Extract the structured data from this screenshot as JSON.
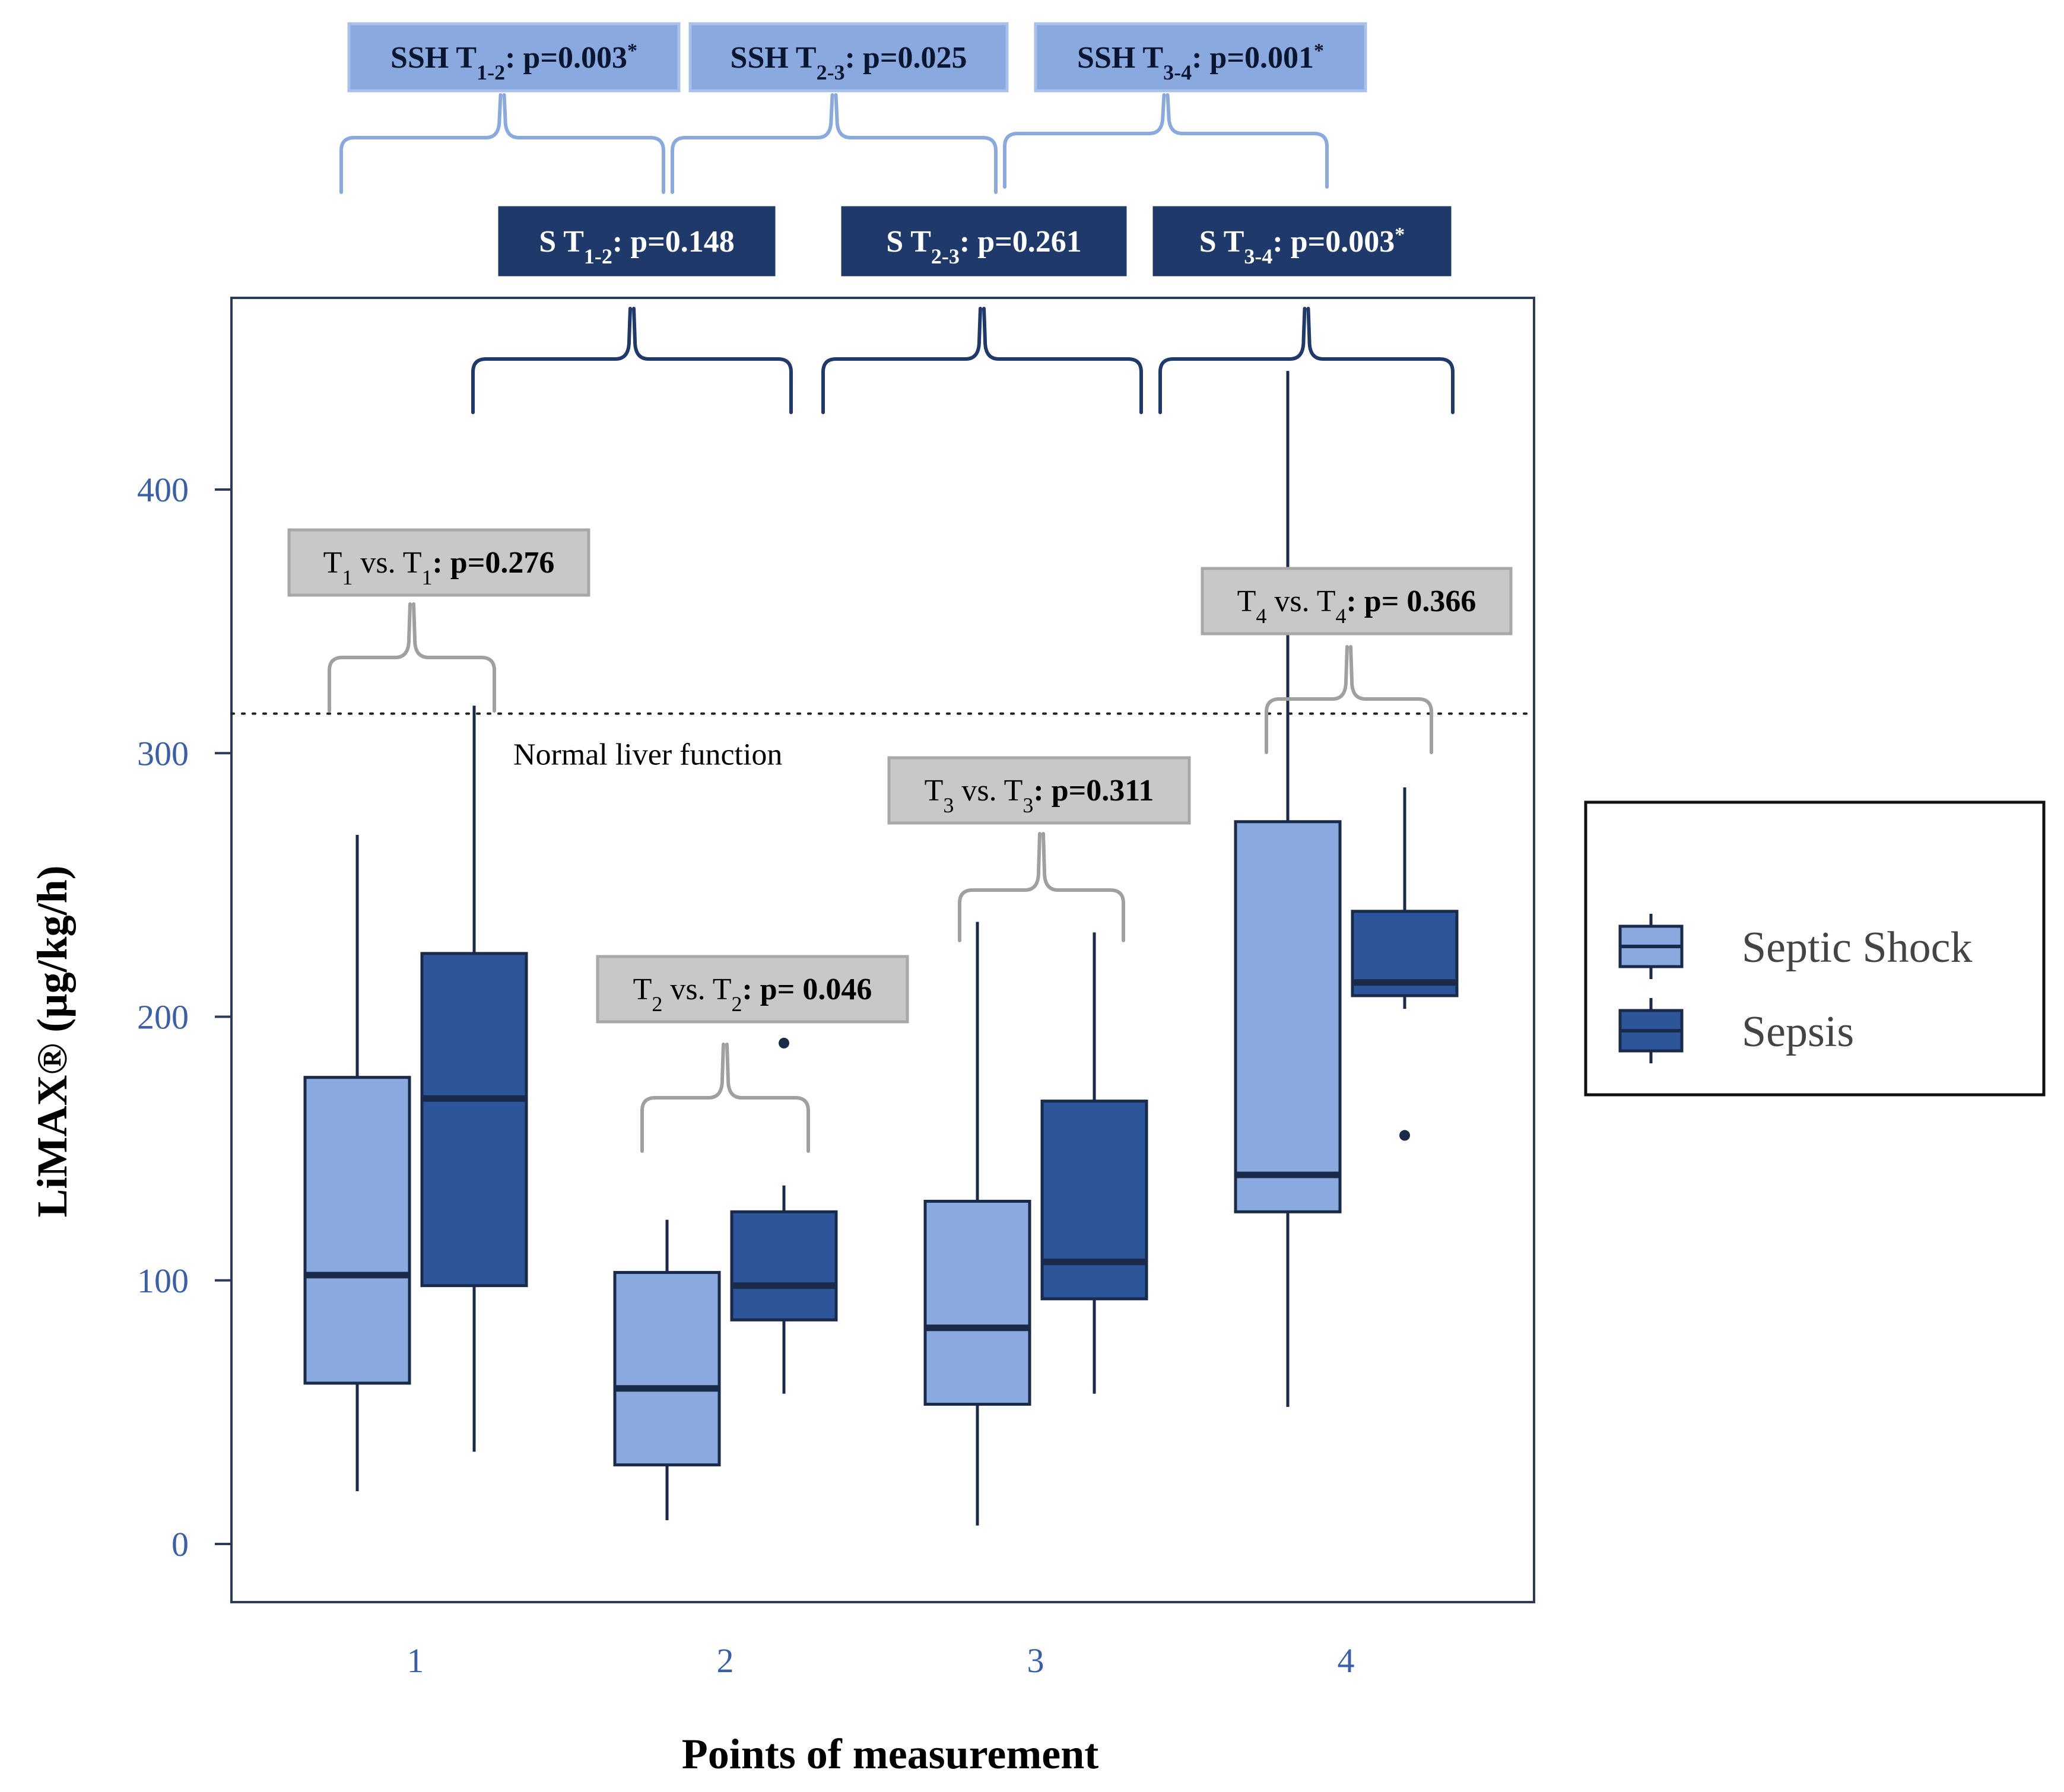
{
  "colors": {
    "septic_shock": "#8aa9de",
    "sepsis": "#2c5699",
    "box_stroke": "#1a2a4a",
    "median": "#1a2a4a",
    "axis": "#2a3a5a",
    "tick_label": "#3a5ea8",
    "bracket_light": "#8aa9de",
    "bracket_dark": "#1f3a6a",
    "group_box_fill": "#c8c8c8",
    "group_box_stroke": "#a8a8a8",
    "group_bracket": "#a0a0a0",
    "ssh_box_fill": "#8aa9de",
    "s_box_fill": "#1f3a6a"
  },
  "chart_data": {
    "type": "box",
    "xlabel": "Points of measurement",
    "ylabel": "LiMAX® (µg/kg/h)",
    "categories": [
      "1",
      "2",
      "3",
      "4"
    ],
    "yticks": [
      0,
      100,
      200,
      300,
      400
    ],
    "ylim": [
      -22,
      472
    ],
    "grid": false,
    "legend_position": "right",
    "series": [
      {
        "name": "Septic Shock",
        "color_key": "septic_shock",
        "boxes": [
          {
            "category": "1",
            "min": 20,
            "q1": 61,
            "median": 102,
            "q3": 177,
            "max": 269,
            "outliers": []
          },
          {
            "category": "2",
            "min": 9,
            "q1": 30,
            "median": 59,
            "q3": 103,
            "max": 123,
            "outliers": []
          },
          {
            "category": "3",
            "min": 7,
            "q1": 53,
            "median": 82,
            "q3": 130,
            "max": 236,
            "outliers": []
          },
          {
            "category": "4",
            "min": 52,
            "q1": 126,
            "median": 140,
            "q3": 274,
            "max": 445,
            "outliers": []
          }
        ]
      },
      {
        "name": "Sepsis",
        "color_key": "sepsis",
        "boxes": [
          {
            "category": "1",
            "min": 35,
            "q1": 98,
            "median": 169,
            "q3": 224,
            "max": 318,
            "outliers": []
          },
          {
            "category": "2",
            "min": 57,
            "q1": 85,
            "median": 98,
            "q3": 126,
            "max": 136,
            "outliers": [
              190
            ]
          },
          {
            "category": "3",
            "min": 57,
            "q1": 93,
            "median": 107,
            "q3": 168,
            "max": 232,
            "outliers": []
          },
          {
            "category": "4",
            "min": 203,
            "q1": 208,
            "median": 213,
            "q3": 240,
            "max": 287,
            "outliers": [
              155
            ]
          }
        ]
      }
    ],
    "reference_line": {
      "value": 315,
      "label": "Normal liver function",
      "style": "dotted"
    },
    "group_comparisons": [
      {
        "category": "1",
        "label_html": "T<tspan baseline-shift=\"sub\" font-size=\"36\">1</tspan> vs. T<tspan baseline-shift=\"sub\" font-size=\"36\">1</tspan>: ",
        "prefix": "T1 vs. T1: ",
        "pvalue": "p=0.276",
        "bracket_y": 338,
        "label_y": 372
      },
      {
        "category": "2",
        "label_html": "",
        "prefix": "T2 vs. T2: ",
        "pvalue": "p= 0.046",
        "bracket_y": 188,
        "label_y": 211
      },
      {
        "category": "3",
        "label_html": "",
        "prefix": "T3 vs. T3: ",
        "pvalue": "p=0.311",
        "bracket_y": 267,
        "label_y": 286
      },
      {
        "category": "4",
        "label_html": "",
        "prefix": "T4 vs. T4: ",
        "pvalue": "p= 0.366",
        "bracket_y": 302,
        "label_y": 357
      }
    ],
    "time_comparisons": [
      {
        "group": "SSH",
        "label": "SSH T1-2: p=0.003*",
        "prefix": "SSH T",
        "sub": "1-2",
        "suffix": ": p=0.003",
        "star": true
      },
      {
        "group": "SSH",
        "label": "SSH T2-3: p=0.025",
        "prefix": "SSH T",
        "sub": "2-3",
        "suffix": ": p=0.025",
        "star": false
      },
      {
        "group": "SSH",
        "label": "SSH T3-4: p=0.001*",
        "prefix": "SSH T",
        "sub": "3-4",
        "suffix": ": p=0.001",
        "star": true
      },
      {
        "group": "S",
        "label": "S T1-2: p=0.148",
        "prefix": "S T",
        "sub": "1-2",
        "suffix": ": p=0.148",
        "star": false
      },
      {
        "group": "S",
        "label": "S T2-3: p=0.261",
        "prefix": "S  T",
        "sub": "2-3",
        "suffix": ": p=0.261",
        "star": false
      },
      {
        "group": "S",
        "label": "S T3-4: p=0.003*",
        "prefix": "S  T",
        "sub": "3-4",
        "suffix": ": p=0.003",
        "star": true
      }
    ]
  }
}
